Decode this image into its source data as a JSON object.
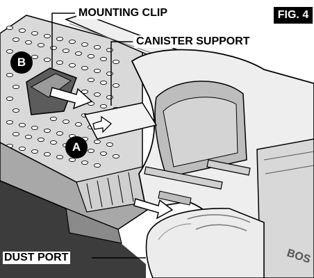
{
  "figure": {
    "label": "FIG. 4"
  },
  "callouts": {
    "mounting_clip": "MOUNTING CLIP",
    "canister_support": "CANISTER SUPPORT",
    "dust_port": "DUST PORT"
  },
  "markers": {
    "a": "A",
    "b": "B"
  },
  "brand_text": "BOS",
  "colors": {
    "ink": "#000000",
    "paper": "#ffffff",
    "light_gray": "#e6e6e6",
    "mid_gray": "#bdbdbd",
    "dark_gray": "#7a7a7a"
  }
}
